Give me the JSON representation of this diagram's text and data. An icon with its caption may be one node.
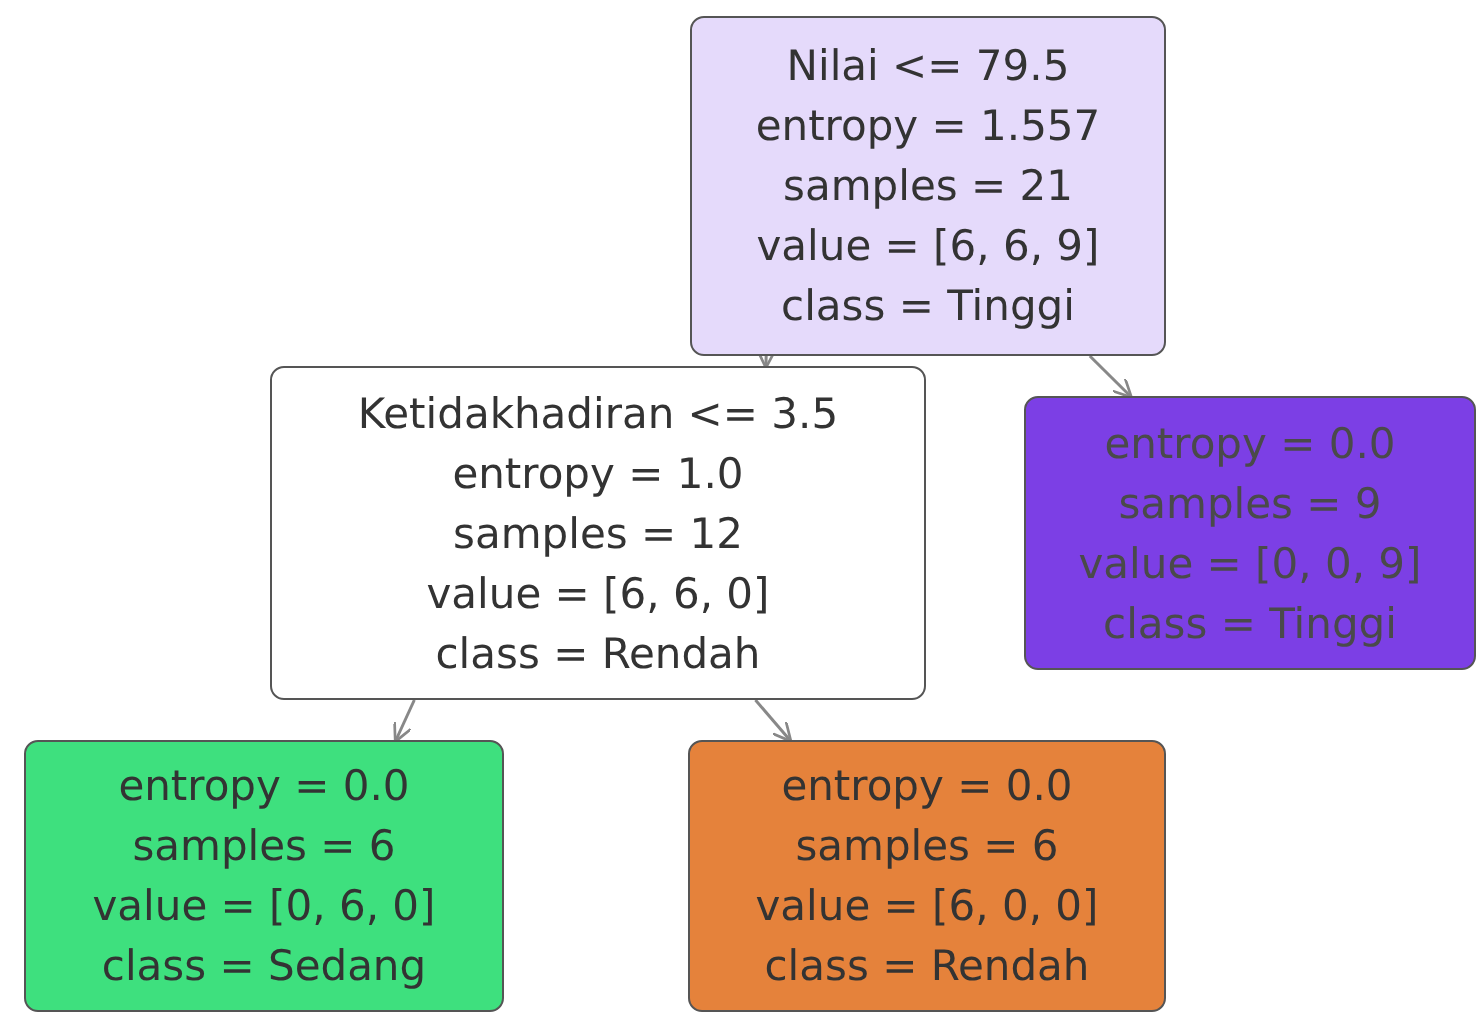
{
  "diagram": {
    "nodes": [
      {
        "text": [
          "Nilai <= 79.5",
          "entropy = 1.557",
          "samples = 21",
          "value = [6, 6, 9]",
          "class = Tinggi"
        ]
      },
      {
        "text": [
          "Ketidakhadiran <= 3.5",
          "entropy = 1.0",
          "samples = 12",
          "value = [6, 6, 0]",
          "class = Rendah"
        ]
      },
      {
        "text": [
          "entropy = 0.0",
          "samples = 9",
          "value = [0, 0, 9]",
          "class = Tinggi"
        ]
      },
      {
        "text": [
          "entropy = 0.0",
          "samples = 6",
          "value = [0, 6, 0]",
          "class = Sedang"
        ]
      },
      {
        "text": [
          "entropy = 0.0",
          "samples = 6",
          "value = [6, 0, 0]",
          "class = Rendah"
        ]
      }
    ],
    "edges": [
      {
        "from": 0,
        "to": 1,
        "arrow": "to"
      },
      {
        "from": 0,
        "to": 2,
        "arrow": "to"
      },
      {
        "from": 1,
        "to": 3,
        "arrow": "to"
      },
      {
        "from": 1,
        "to": 4,
        "arrow": "to"
      }
    ]
  }
}
